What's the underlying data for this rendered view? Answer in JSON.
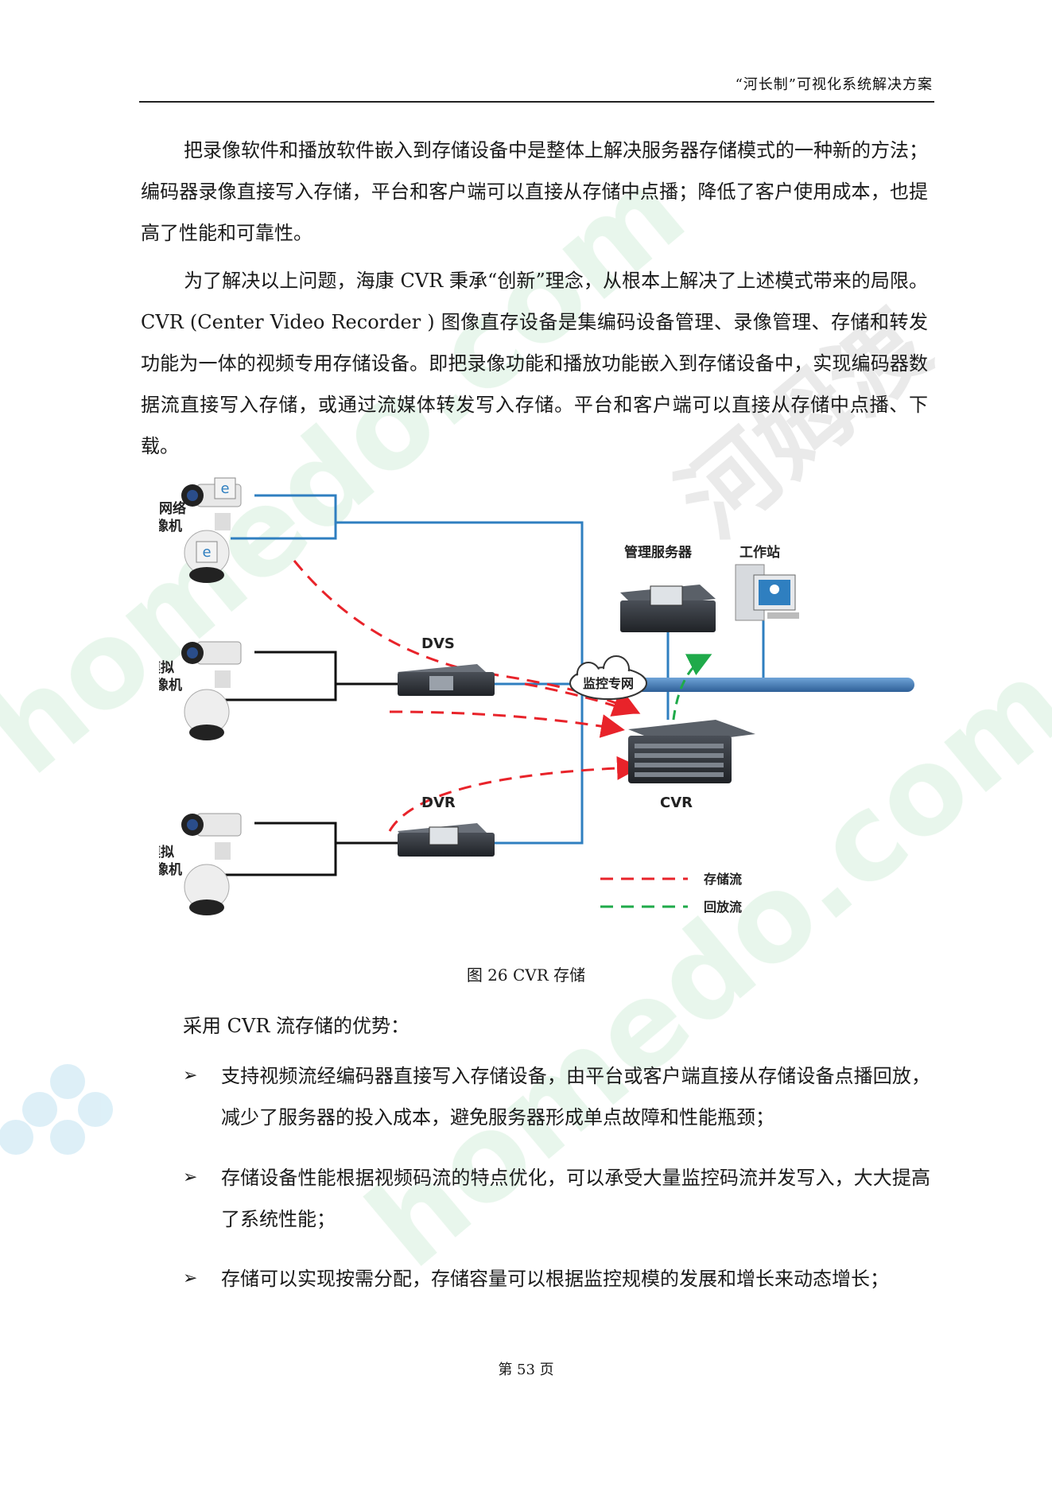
{
  "header": {
    "title": "“河长制”可视化系统解决方案"
  },
  "paragraphs": [
    "把录像软件和播放软件嵌入到存储设备中是整体上解决服务器存储模式的一种新的方法；编码器录像直接写入存储，平台和客户端可以直接从存储中点播；降低了客户使用成本，也提高了性能和可靠性。",
    "为了解决以上问题，海康 CVR 秉承“创新”理念，从根本上解决了上述模式带来的局限。CVR (Center Video Recorder ) 图像直存设备是集编码设备管理、录像管理、存储和转发功能为一体的视频专用存储设备。即把录像功能和播放功能嵌入到存储设备中，实现编码器数据流直接写入存储，或通过流媒体转发写入存储。平台和客户端可以直接从存储中点播、下载。"
  ],
  "diagram": {
    "labels": {
      "network_camera": [
        "网络",
        "摄像机"
      ],
      "analog_camera_1": [
        "模拟",
        "摄像机"
      ],
      "analog_camera_2": [
        "模拟",
        "摄像机"
      ],
      "dvs": "DVS",
      "dvr": "DVR",
      "network": "监控专网",
      "management_server": "管理服务器",
      "workstation": "工作站",
      "cvr": "CVR"
    },
    "legend": [
      {
        "label": "存储流",
        "color": "#e8232a"
      },
      {
        "label": "回放流",
        "color": "#1faa4a"
      }
    ],
    "colors": {
      "wire_blue": "#2f7fc0",
      "bus": "#3d79b8",
      "storage": "#e8232a",
      "playback": "#1faa4a"
    }
  },
  "caption": "图 26 CVR 存储",
  "advantages": {
    "title": "采用 CVR 流存储的优势：",
    "items": [
      "支持视频流经编码器直接写入存储设备，由平台或客户端直接从存储设备点播回放，减少了服务器的投入成本，避免服务器形成单点故障和性能瓶颈；",
      "存储设备性能根据视频码流的特点优化，可以承受大量监控码流并发写入，大大提高了系统性能；",
      "存储可以实现按需分配，存储容量可以根据监控规模的发展和增长来动态增长；"
    ]
  },
  "footer": {
    "page": "第 53 页"
  },
  "watermark": {
    "text": "homedo.com",
    "brand": "河姆渡"
  }
}
